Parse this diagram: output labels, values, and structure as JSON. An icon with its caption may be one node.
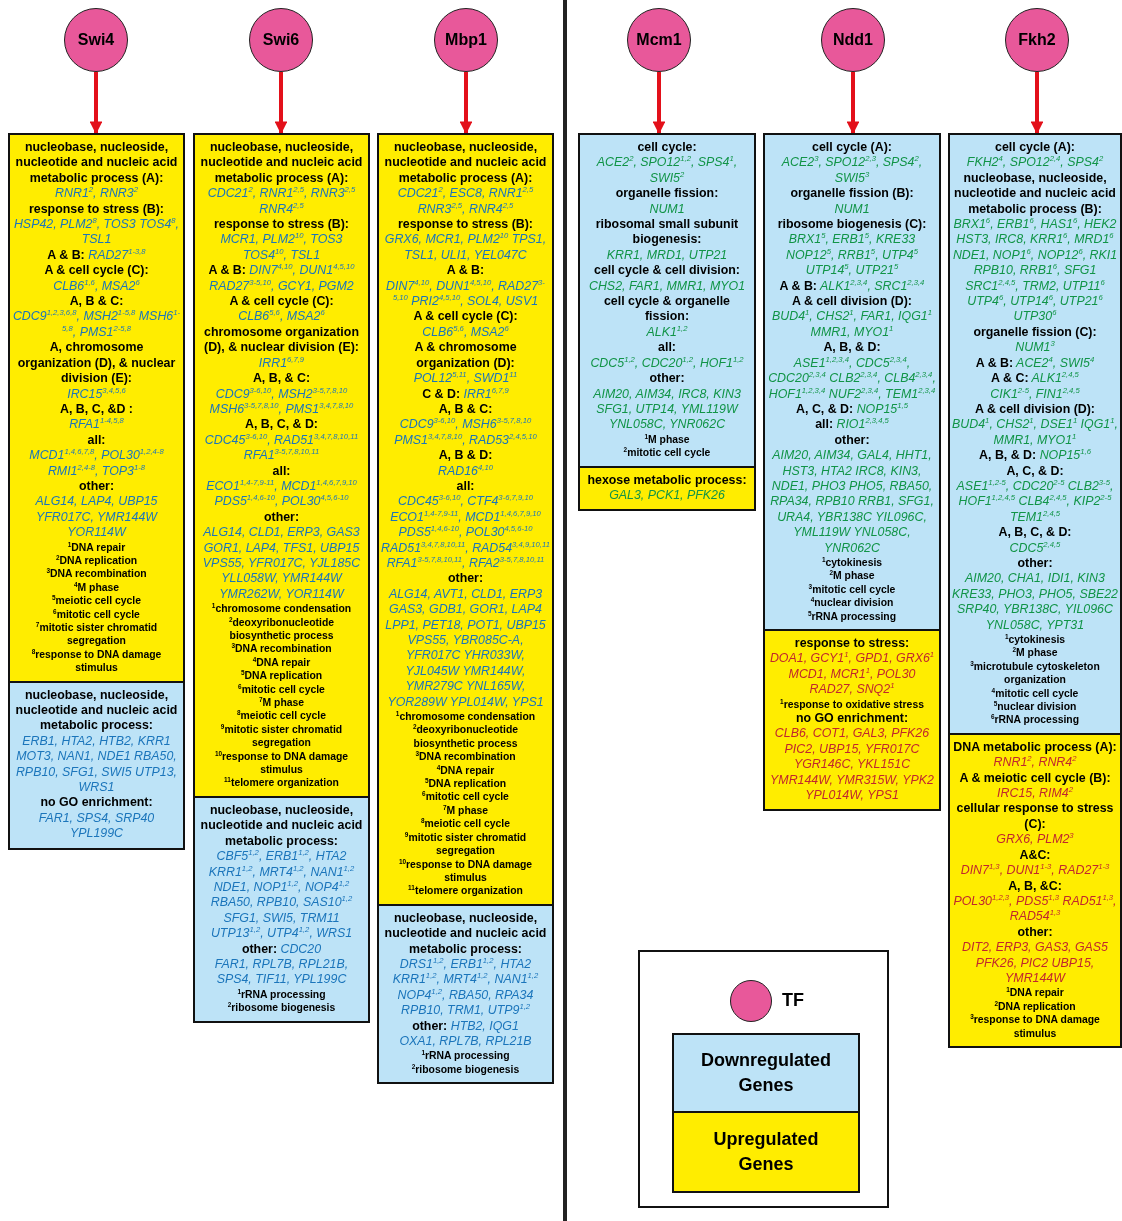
{
  "diagram": {
    "nodes": [
      {
        "text": [
          "Swi4"
        ]
      },
      {
        "text": [
          "Swi6"
        ]
      },
      {
        "text": [
          "Mbp1"
        ]
      },
      {
        "text": [
          "Mcm1"
        ]
      },
      {
        "text": [
          "Ndd1"
        ]
      },
      {
        "text": [
          "Fkh2"
        ]
      },
      {
        "text": [
          "nucleobase, nucleoside, nucleotide and nucleic acid metabolic process (A):",
          "RNR1$^{2}$, RNR3$^{2}$",
          "response to stress (B):",
          "HSP42, PLM2$^{8}$, TOS3 TOS4$^{8}$, TSL1",
          "**A & B:** RAD27$^{1-3,8}$",
          "A & cell cycle (C):",
          "CLB6$^{1,6}$, MSA2$^{6}$",
          "A, B & C:",
          "CDC9$^{1,2,3,6,8}$, MSH2$^{1-5,8}$ MSH6$^{1-5,8}$, PMS1$^{2-5,8}$",
          "A, chromosome organization (D), & nuclear division (E):",
          "IRC15$^{3,4,5,6}$",
          "A, B, C, &D :",
          "RFA1$^{1-4,5,8}$",
          "all:",
          "MCD1$^{1,4,6,7,8}$, POL30$^{1,2,4-8}$ RMI1$^{2,4-8}$, TOP3$^{1-8}$",
          "other:",
          "ALG14, LAP4, UBP15 YFR017C, YMR144W YOR114W",
          "$^{1}$DNA repair",
          "$^{2}$DNA replication",
          "$^{3}$DNA recombination",
          "$^{4}$M phase",
          "$^{5}$meiotic cell cycle",
          "$^{6}$mitotic cell cycle",
          "$^{7}$mitotic sister chromatid segregation",
          "$^{8}$response to DNA damage stimulus"
        ]
      },
      {
        "text": [
          "nucleobase, nucleoside, nucleotide and nucleic acid metabolic process:",
          "ERB1, HTA2, HTB2, KRR1 MOT3, NAN1, NDE1 RBA50, RPB10, SFG1, SWI5 UTP13, WRS1",
          "no GO enrichment:",
          "FAR1, SPS4, SRP40 YPL199C"
        ]
      },
      {
        "text": [
          "nucleobase, nucleoside, nucleotide and nucleic acid metabolic process (A):",
          "CDC21$^{2}$, RNR1$^{2,5}$, RNR3$^{2,5}$ RNR4$^{2,5}$",
          "response to stress (B):",
          "MCR1, PLM2$^{10}$, TOS3 TOS4$^{10}$, TSL1",
          "**A & B:** DIN7$^{4,10}$, DUN1$^{4,5,10}$ RAD27$^{3-5,10}$, GCY1, PGM2",
          "A & cell cycle (C):",
          "CLB6$^{5,6}$, MSA2$^{6}$",
          "chromosome organization (D), & nuclear division (E):",
          "IRR1$^{6,7,9}$",
          "A, B, & C:",
          "CDC9$^{3-6,10}$, MSH2$^{3-5,7,8,10}$ MSH6$^{3-5,7,8,10}$, PMS1$^{3,4,7,8,10}$",
          "A, B, C, & D:",
          "CDC45$^{3-6,10}$, RAD51$^{3,4,7,8,10,11}$ RFA1$^{3-5,7,8,10,11}$",
          "all:",
          "ECO1$^{1,4-7,9-11}$, MCD1$^{1,4,6,7,9,10}$ PDS5$^{1,4,6-10}$, POL30$^{4,5,6-10}$",
          "other:",
          "ALG14, CLD1, ERP3, GAS3 GOR1, LAP4, TFS1, UBP15 VPS55, YFR017C, YJL185C YLL058W, YMR144W YMR262W, YOR114W",
          "$^{1}$chromosome condensation",
          "$^{2}$deoxyribonucleotide biosynthetic process",
          "$^{3}$DNA recombination",
          "$^{4}$DNA repair",
          "$^{5}$DNA replication",
          "$^{6}$mitotic cell cycle",
          "$^{7}$M phase",
          "$^{8}$meiotic cell cycle",
          "$^{9}$mitotic sister chromatid segregation",
          "$^{10}$response to DNA damage stimulus",
          "$^{11}$telomere organization"
        ]
      },
      {
        "text": [
          "nucleobase, nucleoside, nucleotide and nucleic acid metabolic process:",
          "CBF5$^{1,2}$, ERB1$^{1,2}$, HTA2 KRR1$^{1,2}$, MRT4$^{1,2}$, NAN1$^{1,2}$ NDE1, NOP1$^{1,2}$, NOP4$^{1,2}$ RBA50, RPB10, SAS10$^{1,2}$ SFG1, SWI5, TRM11 UTP13$^{1,2}$, UTP4$^{1,2}$, WRS1",
          "**other:** CDC20",
          "FAR1, RPL7B, RPL21B, SPS4, TIF11, YPL199C",
          "$^{1}$rRNA processing",
          "$^{2}$ribosome biogenesis"
        ]
      },
      {
        "text": [
          "nucleobase, nucleoside, nucleotide and nucleic acid metabolic process (A):",
          "CDC21$^{2}$, ESC8, RNR1$^{2,5}$ RNR3$^{2,5}$, RNR4$^{2,5}$",
          "response to stress (B):",
          "GRX6, MCR1, PLM2$^{10}$ TPS1, TSL1, ULI1, YEL047C",
          "A & B:",
          "DIN7$^{4,10}$, DUN1$^{4,5,10}$, RAD27$^{3-5,10}$ PRI2$^{4,5,10}$, SOL4, USV1",
          "A & cell cycle (C):",
          "CLB6$^{5,6}$, MSA2$^{6}$",
          "A & chromosome organization (D):",
          "POL12$^{5,11}$, SWD1$^{11}$",
          "**C & D:** IRR1$^{6,7,9}$",
          "A, B & C:",
          "CDC9$^{3-6,10}$, MSH6$^{3-5,7,8,10}$ PMS1$^{3,4,7,8,10}$, RAD53$^{2,4,5,10}$",
          "A, B & D:",
          "RAD16$^{4,10}$",
          "all:",
          "CDC45$^{3-6,10}$, CTF4$^{3-6,7,9,10}$ ECO1$^{1,4-7,9-11}$, MCD1$^{1,4,6,7,9,10}$ PDS5$^{1,4,6-10}$, POL30$^{4,5,6-10}$ RAD51$^{3,4,7,8,10,11}$, RAD54$^{3,4,9,10,11}$ RFA1$^{3-5,7,8,10,11}$, RFA2$^{3-5,7,8,10,11}$",
          "other:",
          "ALG14, AVT1, CLD1, ERP3 GAS3, GDB1, GOR1, LAP4 LPP1, PET18, POT1, UBP15 VPS55, YBR085C-A, YFR017C YHR033W, YJL045W YMR144W, YMR279C YNL165W, YOR289W YPL014W, YPS1",
          "$^{1}$chromosome condensation",
          "$^{2}$deoxyribonucleotide biosynthetic process",
          "$^{3}$DNA recombination",
          "$^{4}$DNA repair",
          "$^{5}$DNA replication",
          "$^{6}$mitotic cell cycle",
          "$^{7}$M phase",
          "$^{8}$meiotic cell cycle",
          "$^{9}$mitotic sister chromatid segregation",
          "$^{10}$response to DNA damage stimulus",
          "$^{11}$telomere organization"
        ]
      },
      {
        "text": [
          "nucleobase, nucleoside, nucleotide and nucleic acid metabolic process:",
          "DRS1$^{1,2}$, ERB1$^{1,2}$, HTA2 KRR1$^{1,2}$, MRT4$^{1,2}$, NAN1$^{1,2}$ NOP4$^{1,2}$, RBA50, RPA34 RPB10, TRM1, UTP9$^{1,2}$",
          "**other:** HTB2, IQG1",
          "OXA1, RPL7B, RPL21B",
          "$^{1}$rRNA processing",
          "$^{2}$ribosome biogenesis"
        ]
      },
      {
        "text": [
          "cell cycle:",
          "ACE2$^{2}$, SPO12$^{1,2}$, SPS4$^{1}$, SWI5$^{2}$",
          "organelle fission:",
          "NUM1",
          "ribosomal small subunit biogenesis:",
          "KRR1, MRD1, UTP21",
          "cell cycle & cell division:",
          "CHS2, FAR1, MMR1, MYO1",
          "cell cycle & organelle fission:",
          "ALK1$^{1,2}$",
          "all:",
          "CDC5$^{1,2}$, CDC20$^{1,2}$, HOF1$^{1,2}$",
          "other:",
          "AIM20, AIM34, IRC8, KIN3 SFG1, UTP14, YML119W YNL058C, YNR062C",
          "$^{1}$M phase",
          "$^{2}$mitotic cell cycle"
        ]
      },
      {
        "text": [
          "hexose metabolic process:",
          "GAL3, PCK1, PFK26"
        ]
      },
      {
        "text": [
          "cell cycle (A):",
          "ACE2$^{3}$, SPO12$^{2,3}$, SPS4$^{2}$, SWI5$^{3}$",
          "organelle fission (B):",
          "NUM1",
          "ribosome biogenesis (C):",
          "BRX1$^{5}$, ERB1$^{5}$, KRE33 NOP12$^{5}$, RRB1$^{5}$, UTP4$^{5}$ UTP14$^{5}$, UTP21$^{5}$",
          "**A & B:** ALK1$^{2,3,4}$, SRC1$^{2,3,4}$",
          "A & cell division (D):",
          "BUD4$^{1}$, CHS2$^{1}$, FAR1, IQG1$^{1}$ MMR1, MYO1$^{1}$",
          "A, B, & D:",
          "ASE1$^{1,2,3,4}$, CDC5$^{2,3,4}$, CDC20$^{2,3,4}$ CLB2$^{2,3,4}$, CLB4$^{2,3,4}$, HOF1$^{1,2,3,4}$ NUF2$^{2,3,4}$, TEM1$^{2,3,4}$",
          "**A, C, & D:** NOP15$^{1,5}$",
          "**all:** RIO1$^{2,3,4,5}$",
          "other:",
          "AIM20, AIM34, GAL4, HHT1, HST3, HTA2 IRC8, KIN3, NDE1, PHO3 PHO5, RBA50, RPA34, RPB10 RRB1, SFG1, URA4, YBR138C YIL096C, YML119W YNL058C, YNR062C",
          "$^{1}$cytokinesis",
          "$^{2}$M phase",
          "$^{3}$mitotic cell cycle",
          "$^{4}$nuclear division",
          "$^{5}$rRNA processing"
        ]
      },
      {
        "text": [
          "response to stress:",
          "DOA1, GCY1$^{1}$, GPD1, GRX6$^{1}$ MCD1, MCR1$^{1}$, POL30 RAD27, SNQ2$^{1}$",
          "$^{1}$response to oxidative stress",
          "no GO enrichment:",
          "CLB6, COT1, GAL3, PFK26 PIC2, UBP15, YFR017C YGR146C, YKL151C YMR144W, YMR315W, YPK2 YPL014W, YPS1"
        ]
      },
      {
        "text": [
          "cell cycle (A):",
          "FKH2$^{4}$, SPO12$^{2,4}$, SPS4$^{2}$",
          "nucleobase, nucleoside, nucleotide and nucleic acid metabolic process (B):",
          "BRX1$^{6}$, ERB1$^{6}$, HAS1$^{6}$, HEK2 HST3, IRC8, KRR1$^{6}$, MRD1$^{6}$ NDE1, NOP1$^{6}$, NOP12$^{6}$, RKI1 RPB10, RRB1$^{6}$, SFG1 SRC1$^{2,4,5}$, TRM2, UTP11$^{6}$ UTP4$^{6}$, UTP14$^{6}$, UTP21$^{6}$ UTP30$^{6}$",
          "organelle fission (C):",
          "NUM1$^{3}$",
          "**A & B:** ACE2$^{4}$, SWI5$^{4}$",
          "**A & C:** ALK1$^{2,4,5}$",
          "CIK1$^{2-5}$, FIN1$^{2,4,5}$",
          "A & cell division (D):",
          "BUD4$^{1}$, CHS2$^{1}$, DSE1$^{1}$ IQG1$^{1}$, MMR1, MYO1$^{1}$",
          "**A, B, & D:** NOP15$^{1,6}$",
          "A, C, & D:",
          "ASE1$^{1,2-5}$, CDC20$^{2-5}$ CLB2$^{3-5}$, HOF1$^{1,2,4,5}$ CLB4$^{2,4,5}$, KIP2$^{2-5}$ TEM1$^{2,4,5}$",
          "A, B, C, & D:",
          "CDC5$^{2,4,5}$",
          "other:",
          "AIM20, CHA1, IDI1, KIN3 KRE33, PHO3, PHO5, SBE22 SRP40, YBR138C, YIL096C YNL058C, YPT31",
          "$^{1}$cytokinesis",
          "$^{2}$M phase",
          "$^{3}$microtubule cytoskeleton organization",
          "$^{4}$mitotic cell cycle",
          "$^{5}$nuclear division",
          "$^{6}$rRNA processing"
        ]
      },
      {
        "text": [
          "DNA metabolic process (A):",
          "RNR1$^{2}$, RNR4$^{2}$",
          "A & meiotic cell cycle (B):",
          "IRC15, RIM4$^{2}$",
          "cellular response to stress (C):",
          "GRX6, PLM2$^{3}$",
          "A&C:",
          "DIN7$^{1,3}$, DUN1$^{1-3}$, RAD27$^{1-3}$",
          "A, B, &C:",
          "POL30$^{1,2,3}$, PDS5$^{1,3}$ RAD51$^{1,3}$, RAD54$^{1,3}$",
          "other:",
          "DIT2, ERP3, GAS3, GAS5 PFK26, PIC2 UBP15, YMR144W",
          "$^{1}$DNA repair",
          "$^{2}$DNA replication",
          "$^{3}$response to DNA damage stimulus"
        ]
      }
    ],
    "edges": [
      {
        "from": 0,
        "to": 6,
        "arrow": "to"
      },
      {
        "from": 1,
        "to": 8,
        "arrow": "to"
      },
      {
        "from": 2,
        "to": 10,
        "arrow": "to"
      },
      {
        "from": 3,
        "to": 12,
        "arrow": "to"
      },
      {
        "from": 4,
        "to": 14,
        "arrow": "to"
      },
      {
        "from": 5,
        "to": 16,
        "arrow": "to"
      }
    ],
    "legend": [
      {
        "text": "TF"
      },
      {
        "text": "Downregulated Genes",
        "color": "#bde3f7"
      },
      {
        "text": "Upregulated Genes",
        "color": "#ffed00"
      }
    ]
  }
}
